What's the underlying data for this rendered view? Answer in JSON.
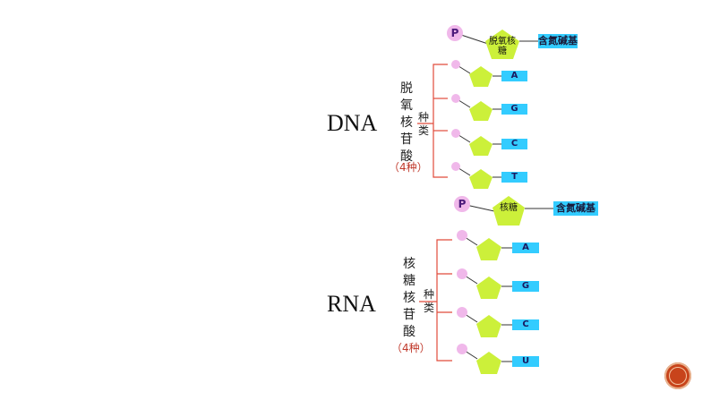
{
  "dna": {
    "label": "DNA",
    "nucleotide_name": "脱氧核苷酸",
    "types_label": "种类",
    "count_label": "（4种）",
    "phosphate": "P",
    "sugar": "脱氧核糖",
    "base_label": "含氮碱基",
    "bases": [
      "A",
      "G",
      "C",
      "T"
    ]
  },
  "rna": {
    "label": "RNA",
    "nucleotide_name": "核糖核苷酸",
    "types_label": "种类",
    "count_label": "（4种）",
    "phosphate": "P",
    "sugar": "核糖",
    "base_label": "含氮碱基",
    "bases": [
      "A",
      "G",
      "C",
      "U"
    ]
  },
  "colors": {
    "phosphate": "#f0b8ea",
    "sugar": "#ccf03a",
    "base_box": "#33ccff",
    "bracket": "#e14b3b",
    "count_text": "#c0392b",
    "nav_button": "#c8441b"
  },
  "icons": {
    "nav": "next-slide-button-icon"
  }
}
